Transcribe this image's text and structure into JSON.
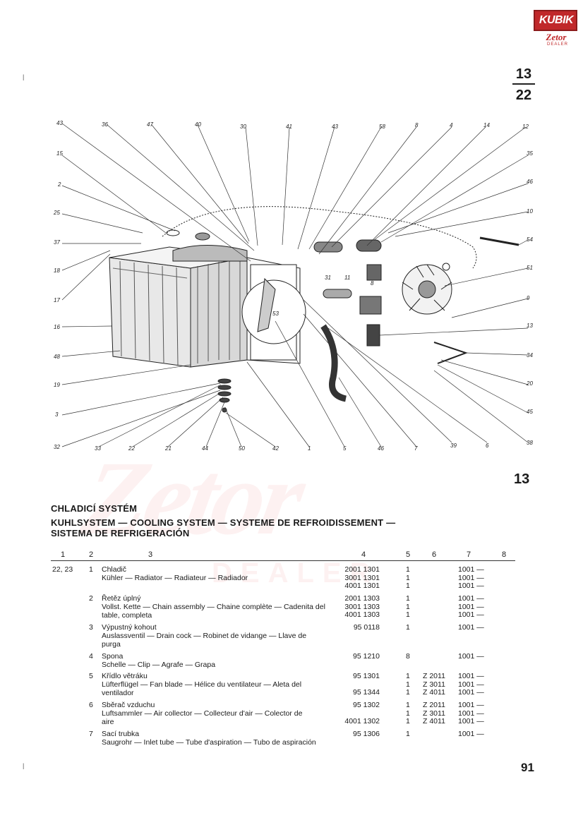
{
  "logo": {
    "top_text": "KUBIK",
    "brand": "Zetor",
    "sub": "DEALER"
  },
  "page_header": {
    "group": "13",
    "sheet": "22"
  },
  "section_number": "13",
  "page_number": "91",
  "watermark": {
    "brand": "Zetor",
    "sub": "DEALER"
  },
  "diagram": {
    "callouts_top": [
      "43",
      "36",
      "47",
      "40",
      "30",
      "41",
      "43",
      "58",
      "8",
      "4",
      "14",
      "12"
    ],
    "callouts_left": [
      "15",
      "2",
      "25",
      "37",
      "18",
      "17",
      "16",
      "48",
      "19",
      "3",
      "32"
    ],
    "callouts_right": [
      "35",
      "46",
      "10",
      "54",
      "51",
      "9",
      "13",
      "34",
      "20",
      "45",
      "38"
    ],
    "callouts_bottom": [
      "33",
      "22",
      "21",
      "44",
      "50",
      "42",
      "1",
      "5",
      "46",
      "7",
      "39",
      "6"
    ],
    "callouts_inner": [
      "31",
      "11",
      "8",
      "53"
    ]
  },
  "title": {
    "cz": "CHLADICÍ SYSTÉM",
    "multi_1": "KUHLSYSTEM — COOLING SYSTEM — SYSTEME DE REFROIDISSEMENT —",
    "multi_2": "SISTEMA DE REFRIGERACIÓN"
  },
  "columns": [
    "1",
    "2",
    "3",
    "4",
    "5",
    "6",
    "7",
    "8"
  ],
  "items": [
    {
      "c1": "22, 23",
      "c2": "1",
      "name": "Chladič",
      "desc": "Kühler — Radiator — Radiateur — Radiador",
      "lines": [
        {
          "part": "2001 1301",
          "qty": "1",
          "model": "",
          "serial": "1001 —"
        },
        {
          "part": "3001 1301",
          "qty": "1",
          "model": "",
          "serial": "1001 —"
        },
        {
          "part": "4001 1301",
          "qty": "1",
          "model": "",
          "serial": "1001 —"
        }
      ]
    },
    {
      "c1": "",
      "c2": "2",
      "name": "Řetěz úplný",
      "desc": "Vollst. Kette — Chain assembly — Chaine complète — Cadenita del table, completa",
      "lines": [
        {
          "part": "2001 1303",
          "qty": "1",
          "model": "",
          "serial": "1001 —"
        },
        {
          "part": "3001 1303",
          "qty": "1",
          "model": "",
          "serial": "1001 —"
        },
        {
          "part": "4001 1303",
          "qty": "1",
          "model": "",
          "serial": "1001 —"
        }
      ]
    },
    {
      "c1": "",
      "c2": "3",
      "name": "Výpustný kohout",
      "desc": "Auslassventil — Drain cock — Robinet de vidange — Llave de purga",
      "lines": [
        {
          "part": "95 0118",
          "qty": "1",
          "model": "",
          "serial": "1001 —"
        }
      ]
    },
    {
      "c1": "",
      "c2": "4",
      "name": "Spona",
      "desc": "Schelle — Clip — Agrafe — Grapa",
      "lines": [
        {
          "part": "95 1210",
          "qty": "8",
          "model": "",
          "serial": "1001 —"
        }
      ]
    },
    {
      "c1": "",
      "c2": "5",
      "name": "Křídlo větráku",
      "desc": "Lüfterflügel — Fan blade — Hélice du ventilateur — Aleta del ventilador",
      "lines": [
        {
          "part": "95 1301",
          "qty": "1",
          "model": "Z 2011",
          "serial": "1001 —"
        },
        {
          "part": "",
          "qty": "1",
          "model": "Z 3011",
          "serial": "1001 —"
        },
        {
          "part": "95 1344",
          "qty": "1",
          "model": "Z 4011",
          "serial": "1001 —"
        }
      ]
    },
    {
      "c1": "",
      "c2": "6",
      "name": "Sběrač vzduchu",
      "desc": "Luftsammler — Air collector — Collecteur d'air — Colector de aire",
      "lines": [
        {
          "part": "95 1302",
          "qty": "1",
          "model": "Z 2011",
          "serial": "1001 —"
        },
        {
          "part": "",
          "qty": "1",
          "model": "Z 3011",
          "serial": "1001 —"
        },
        {
          "part": "4001 1302",
          "qty": "1",
          "model": "Z 4011",
          "serial": "1001 —"
        }
      ]
    },
    {
      "c1": "",
      "c2": "7",
      "name": "Sací trubka",
      "desc": "Saugrohr — Inlet tube — Tube d'aspiration — Tubo de aspiración",
      "lines": [
        {
          "part": "95 1306",
          "qty": "1",
          "model": "",
          "serial": "1001 —"
        }
      ]
    }
  ]
}
